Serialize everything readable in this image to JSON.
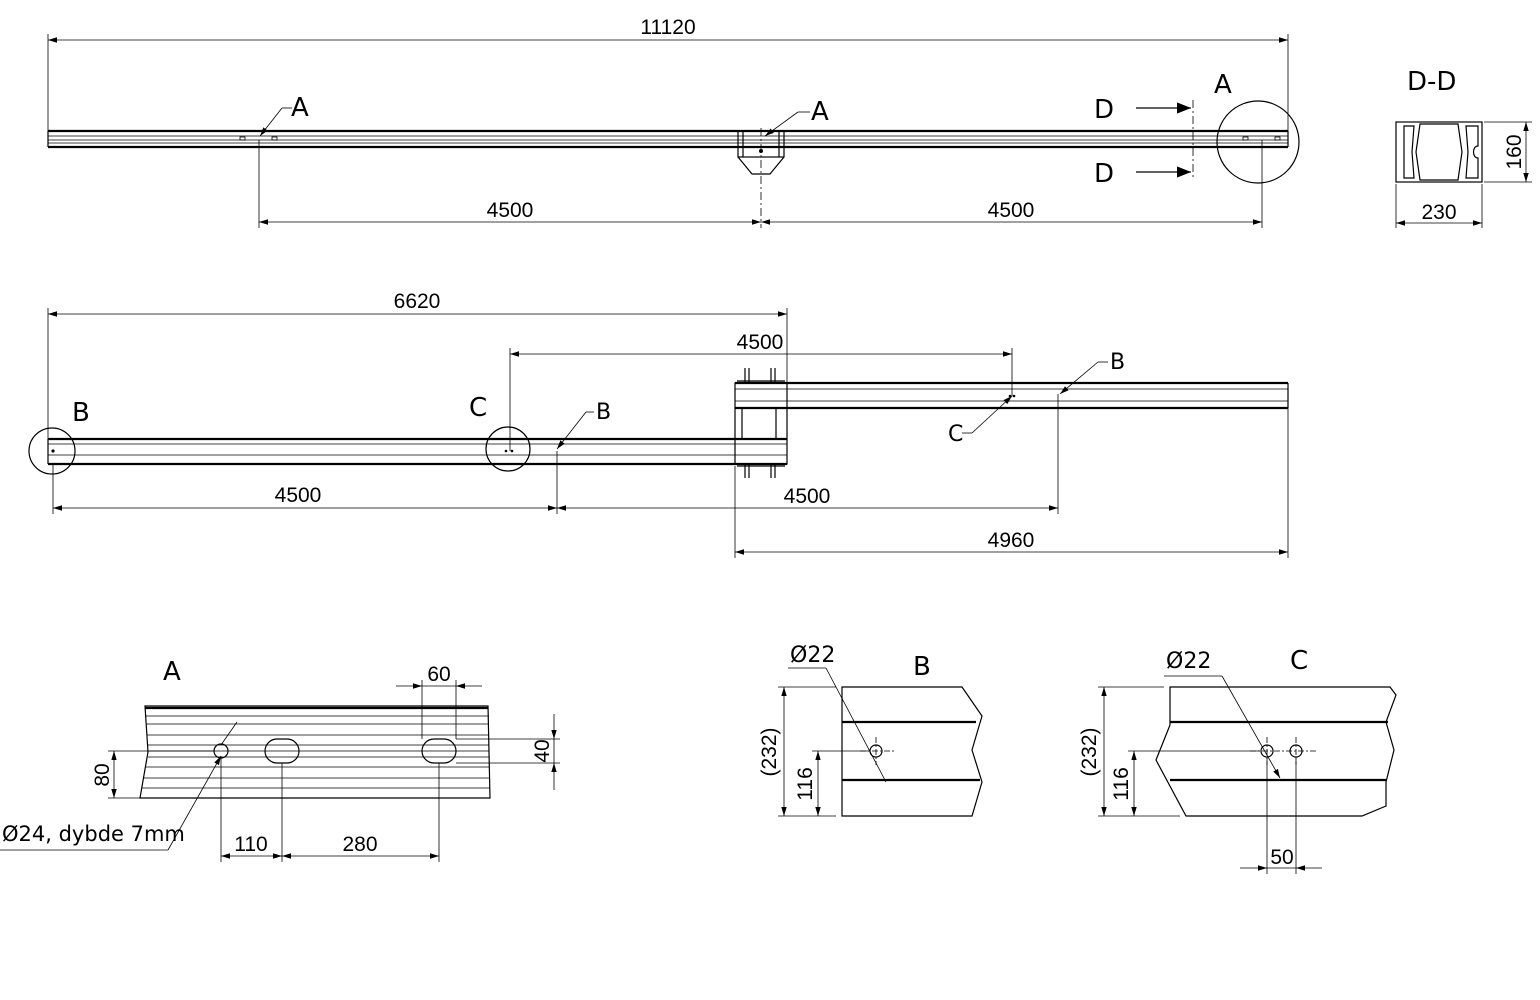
{
  "top_view": {
    "overall": "11120",
    "left_span": "4500",
    "right_span": "4500",
    "ref_left": "A",
    "ref_mid": "A",
    "ref_right": "A",
    "section_top": "D",
    "section_bottom": "D"
  },
  "section_dd": {
    "title": "D-D",
    "height": "160",
    "width": "230"
  },
  "side_view": {
    "overall": "6620",
    "upper_span": "4500",
    "lower_left_span": "4500",
    "lower_mid_span": "4500",
    "right_length": "4960",
    "ref_b_circle": "B",
    "ref_c_circle": "C",
    "ref_b_mid": "B",
    "ref_b_right": "B",
    "ref_c_right": "C"
  },
  "detail_a": {
    "title": "A",
    "slot_width": "60",
    "slot_height": "40",
    "offset_height": "80",
    "hole_note": "Ø24, dybde 7mm",
    "spacing_1": "110",
    "spacing_2": "280"
  },
  "detail_b": {
    "title": "B",
    "hole": "Ø22",
    "total_height": "(232)",
    "hole_height": "116"
  },
  "detail_c": {
    "title": "C",
    "hole": "Ø22",
    "total_height": "(232)",
    "hole_height": "116",
    "hole_spacing": "50"
  }
}
